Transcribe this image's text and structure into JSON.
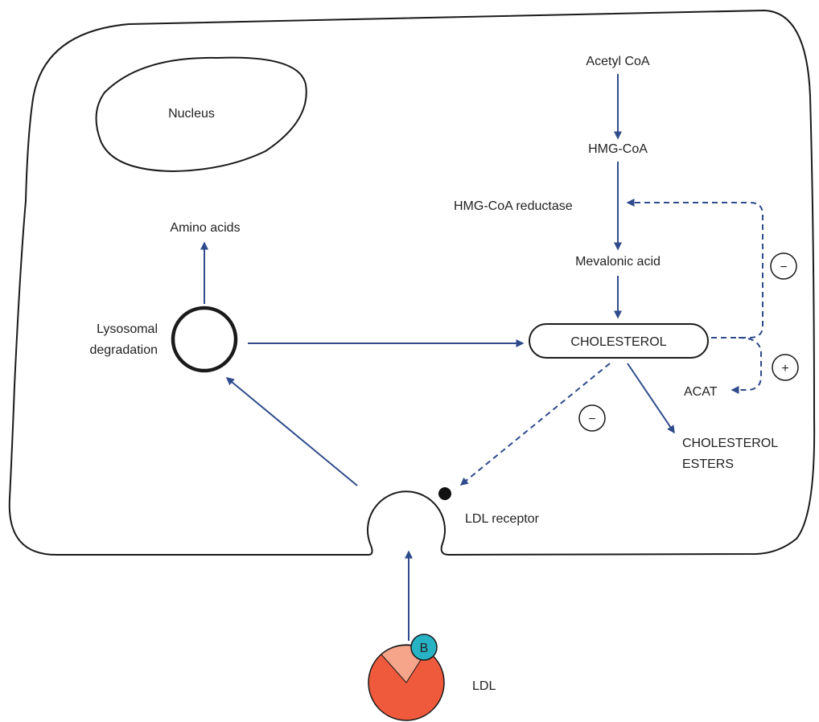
{
  "colors": {
    "arrow": "#2f4b8c",
    "outline": "#1a1a1a",
    "ldl_body": "#f05a3c",
    "ldl_wedge": "#f6a48a",
    "apo_b": "#27b3c4"
  },
  "labels": {
    "nucleus": "Nucleus",
    "acetyl_coa": "Acetyl CoA",
    "hmg_coa": "HMG-CoA",
    "hmg_coa_reductase": "HMG-CoA reductase",
    "mevalonic_acid": "Mevalonic acid",
    "cholesterol": "CHOLESTEROL",
    "amino_acids": "Amino acids",
    "lysosomal_line1": "Lysosomal",
    "lysosomal_line2": "degradation",
    "acat": "ACAT",
    "esters_line1": "CHOLESTEROL",
    "esters_line2": "ESTERS",
    "ldl_receptor": "LDL receptor",
    "ldl": "LDL",
    "apo_b": "B",
    "neg_reductase": "−",
    "pos_acat": "+",
    "neg_receptor": "−"
  }
}
